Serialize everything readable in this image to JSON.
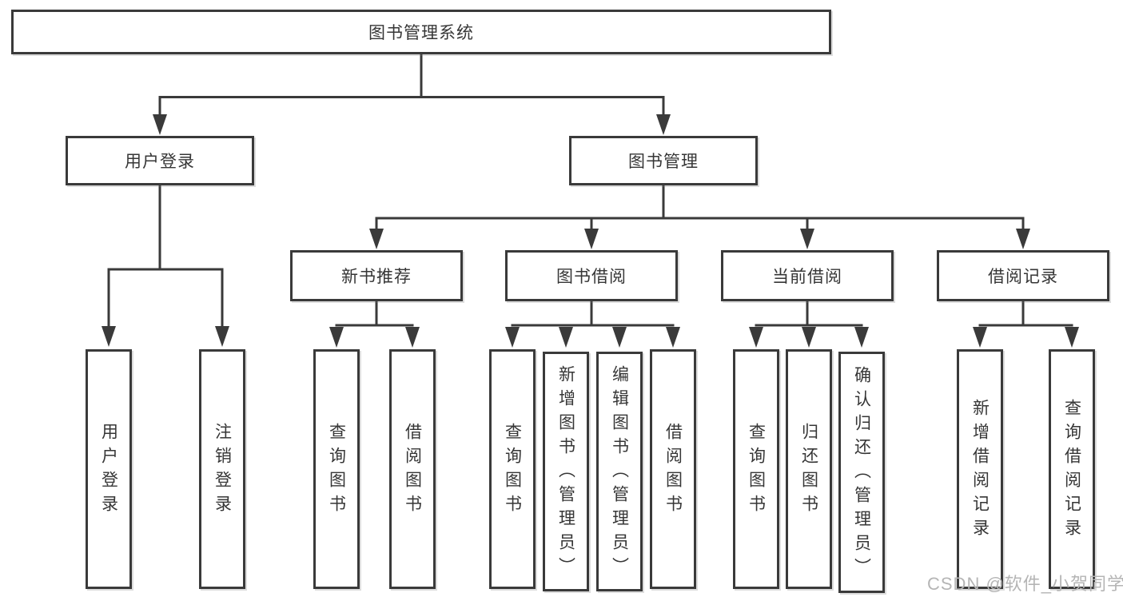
{
  "diagram_title": "图书管理系统",
  "watermark": "CSDN @软件_小贺同学",
  "colors": {
    "line": "#3a3a3a",
    "box_border": "#3a3a3a",
    "box_background": "#ffffff",
    "text": "#363636",
    "watermark": "#b5b5b5",
    "background": "#ffffff"
  },
  "nodes": {
    "root": "图书管理系统",
    "user_login": "用户登录",
    "book_management": "图书管理",
    "new_book_recommend": "新书推荐",
    "book_borrowing": "图书借阅",
    "current_borrowing": "当前借阅",
    "borrowing_records": "借阅记录",
    "leaf_user_login": "用户登录",
    "leaf_logout": "注销登录",
    "leaf_query_book_recommend": "查询图书",
    "leaf_borrow_book_recommend": "借阅图书",
    "leaf_query_book_borrowing": "查询图书",
    "leaf_add_book_admin": "新增图书（管理员）",
    "leaf_edit_book_admin": "编辑图书（管理员）",
    "leaf_borrow_book_borrowing": "借阅图书",
    "leaf_query_book_current": "查询图书",
    "leaf_return_book": "归还图书",
    "leaf_confirm_return_admin": "确认归还（管理员）",
    "leaf_add_borrow_record": "新增借阅记录",
    "leaf_query_borrow_record": "查询借阅记录"
  },
  "hierarchy": {
    "图书管理系统": {
      "用户登录": [
        "用户登录",
        "注销登录"
      ],
      "图书管理": {
        "新书推荐": [
          "查询图书",
          "借阅图书"
        ],
        "图书借阅": [
          "查询图书",
          "新增图书（管理员）",
          "编辑图书（管理员）",
          "借阅图书"
        ],
        "当前借阅": [
          "查询图书",
          "归还图书",
          "确认归还（管理员）"
        ],
        "借阅记录": [
          "新增借阅记录",
          "查询借阅记录"
        ]
      }
    }
  }
}
